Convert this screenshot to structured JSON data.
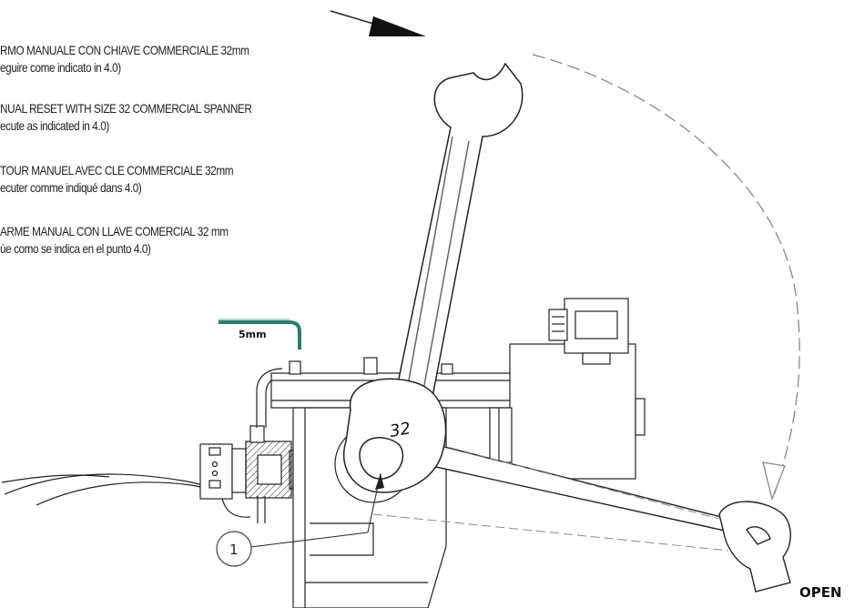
{
  "instructions": [
    {
      "line1": "RMO MANUALE CON CHIAVE COMMERCIALE 32mm",
      "line2": "eguire come indicato in 4.0)"
    },
    {
      "line1": "NUAL RESET WITH SIZE 32 COMMERCIAL SPANNER",
      "line2": "ecute as indicated in 4.0)"
    },
    {
      "line1": "TOUR MANUEL AVEC CLE COMMERCIALE 32mm",
      "line2": "ecuter comme indiqué dans 4.0)"
    },
    {
      "line1": "ARME MANUAL CON LLAVE COMERCIAL 32 mm",
      "line2": "úe como se indica en el punto 4.0)"
    }
  ],
  "labels": {
    "hex_key": "5mm",
    "wrench_size": "32",
    "callout_number": "1",
    "open": "OPEN"
  },
  "colors": {
    "line": "#222222",
    "hex_key": "#2e7d6e",
    "dash": "#888888"
  }
}
